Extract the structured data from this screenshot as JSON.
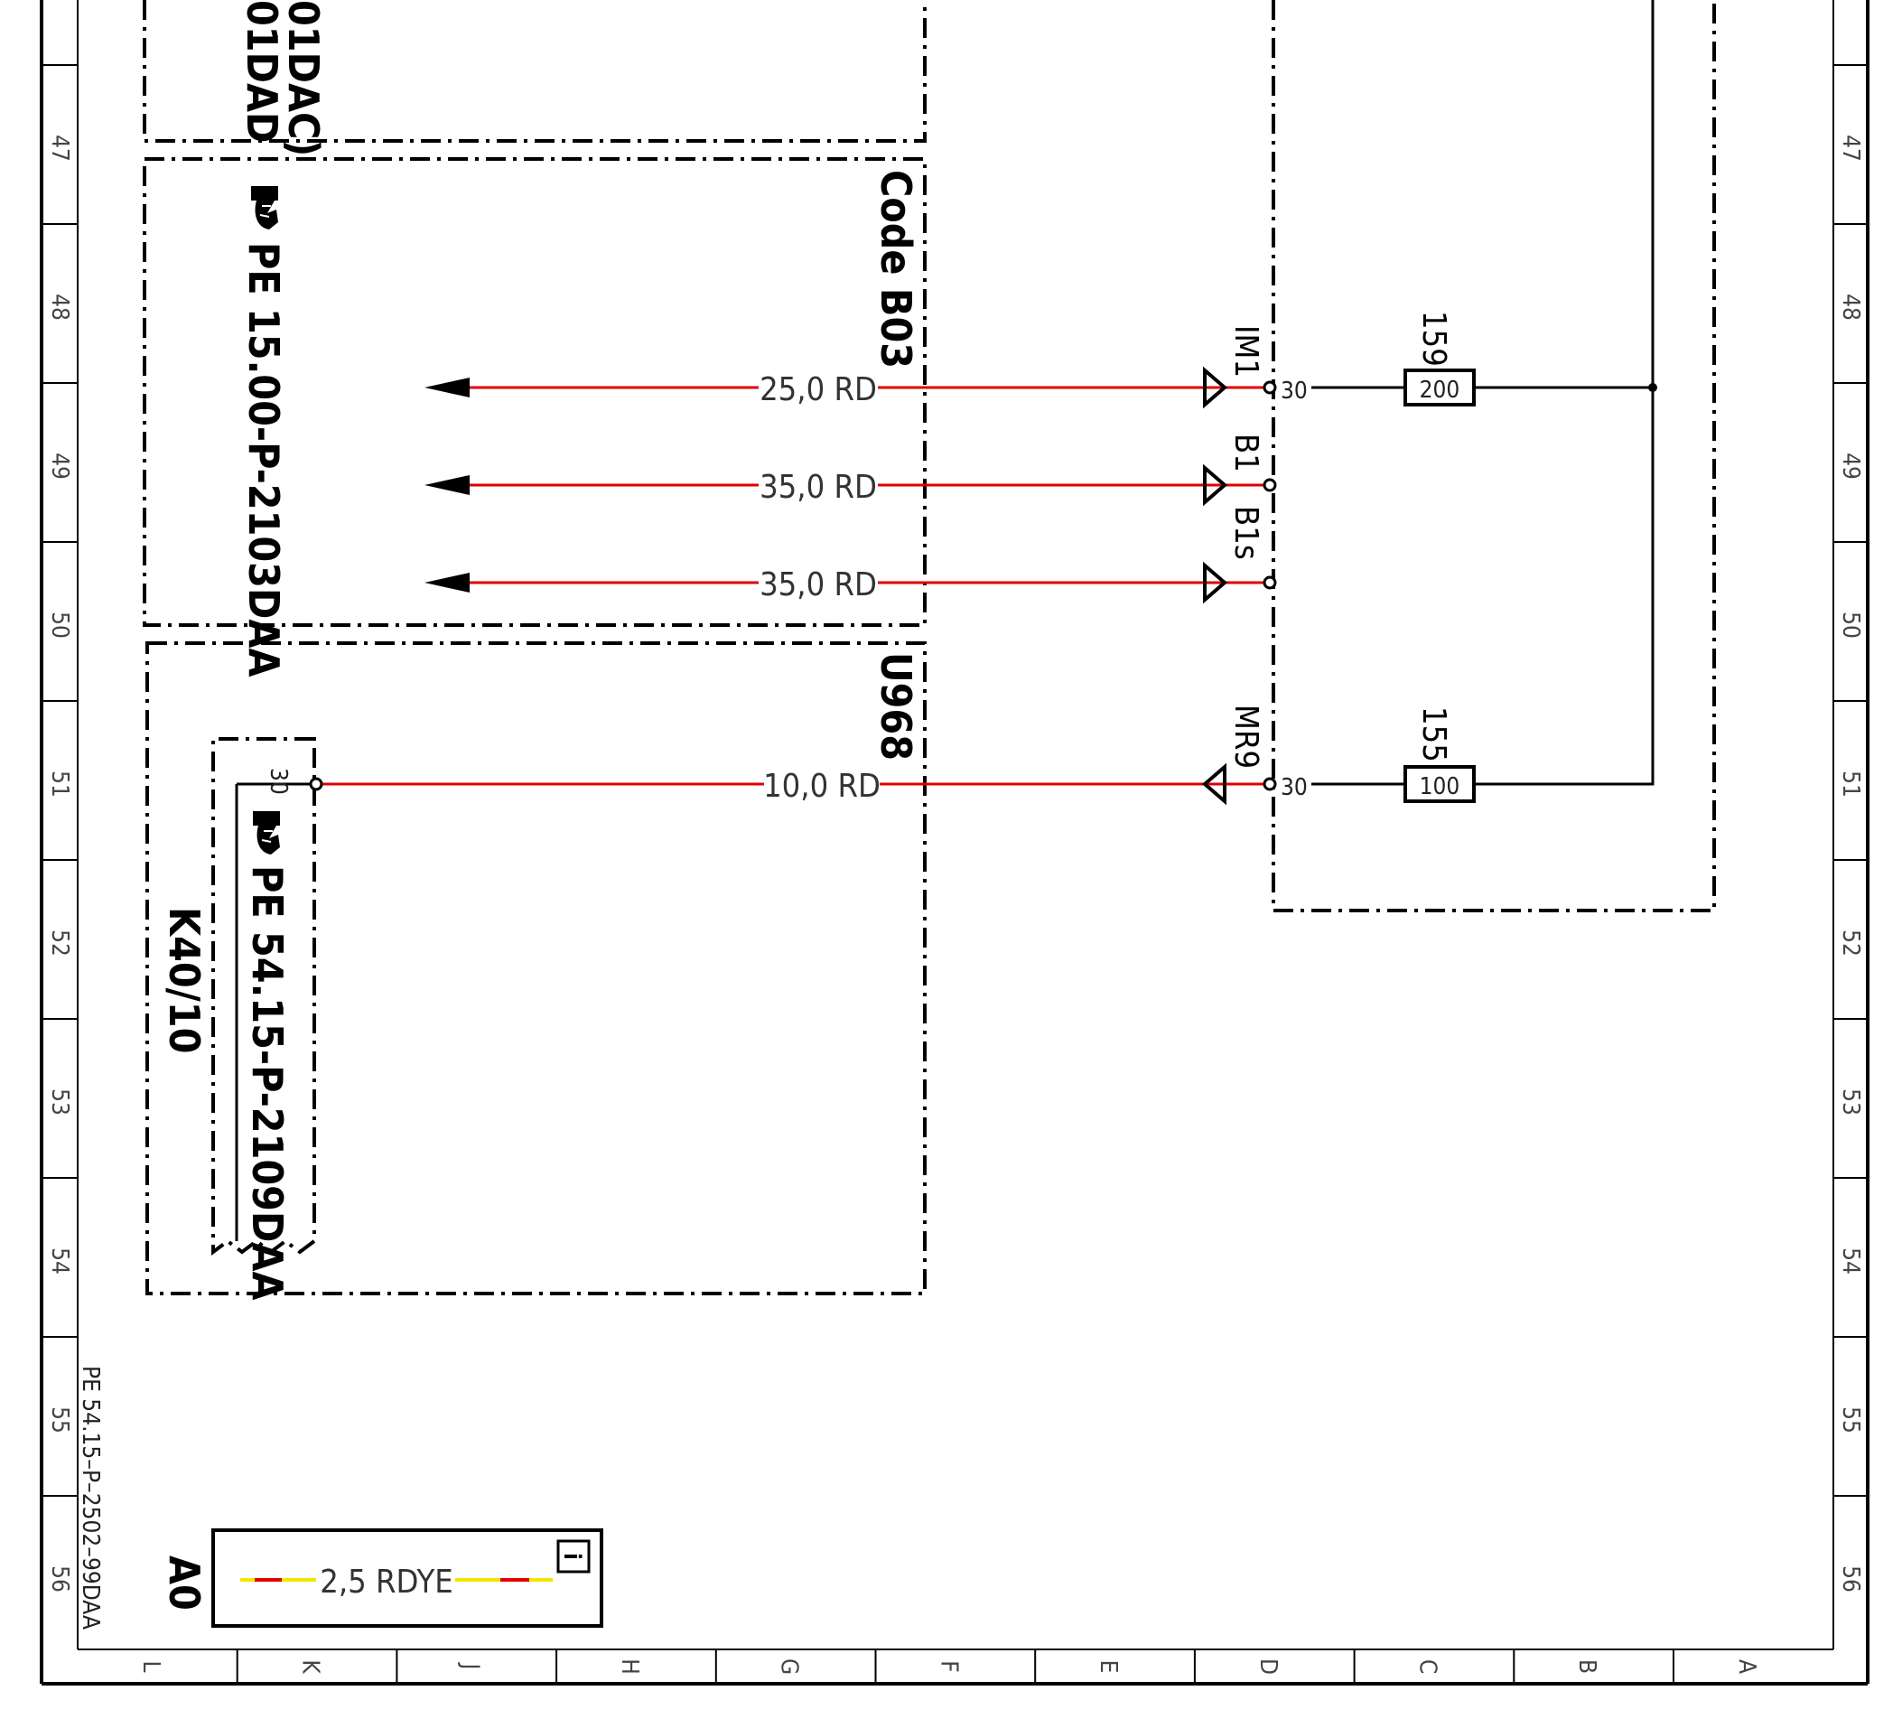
{
  "colors": {
    "wire_red": "#e00000",
    "wire_yellow": "#f2e600",
    "frame": "#000000",
    "text_wire": "#333333"
  },
  "icons": {
    "reference": "pointing-hand-icon"
  },
  "border": {
    "row_numbers": [
      "47",
      "48",
      "49",
      "50",
      "51",
      "52",
      "53",
      "54",
      "55",
      "56"
    ],
    "column_letters": [
      "L",
      "K",
      "J",
      "H",
      "G",
      "F",
      "E",
      "D",
      "C",
      "B",
      "A"
    ]
  },
  "drawing_number": "PE 54.15–P–2502–99DAA",
  "top_partial_box": {
    "line1": "01DAD",
    "line2": "01DAC)"
  },
  "box_b03": {
    "title": "Code B03",
    "reference": "PE 15.00-P-2103DAA",
    "wires": [
      {
        "label": "25,0 RD"
      },
      {
        "label": "35,0 RD"
      },
      {
        "label": "35,0 RD"
      }
    ]
  },
  "box_u968": {
    "title": "U968",
    "component": "K40/10",
    "reference": "PE 54.15-P-2109DAA",
    "pin": "30",
    "wire": {
      "label": "10,0 RD"
    }
  },
  "distribution": {
    "connectors": [
      {
        "name": "IM1",
        "pin": "30"
      },
      {
        "name": "B1",
        "pin": ""
      },
      {
        "name": "B1s",
        "pin": ""
      },
      {
        "name": "MR9",
        "pin": "30"
      }
    ],
    "fuses": [
      {
        "number": "159",
        "rating": "200"
      },
      {
        "number": "155",
        "rating": "100"
      }
    ]
  },
  "legend": {
    "id": "A0",
    "wire_label": "2,5 RDYE",
    "info_icon": "info-icon",
    "info_text": "i"
  }
}
